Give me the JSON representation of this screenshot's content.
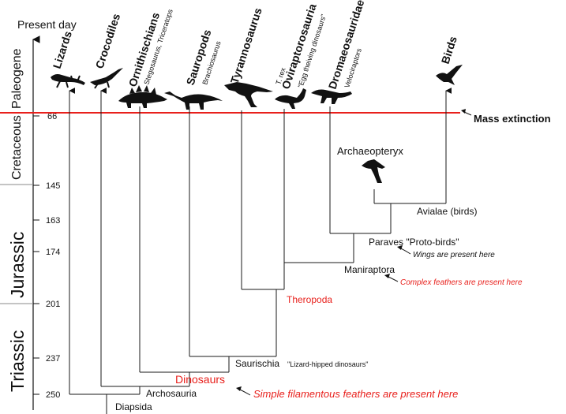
{
  "axis": {
    "top_label": "Present day",
    "periods": [
      "Paleogene",
      "Cretaceous",
      "Jurassic",
      "Triassic"
    ],
    "ticks": [
      "66",
      "145",
      "163",
      "174",
      "201",
      "237",
      "250"
    ]
  },
  "taxa": {
    "lizards": "Lizards",
    "crocodiles": "Crocodiles",
    "ornithischians": "Ornithischians",
    "ornithischians_sub": "Stegosaurus, Triceratops",
    "sauropods": "Sauropods",
    "sauropods_sub": "Brachiosaurus",
    "tyrannosaurus": "Tyrannosaurus",
    "tyrannosaurus_sub": "T. rex",
    "oviraptorosauria": "Oviraptorosauria",
    "oviraptorosauria_sub": "\"Egg theiving dinosaurs\"",
    "dromaeosauridae": "Dromaeosauridae",
    "dromaeosauridae_sub": "Velociraptors",
    "birds": "Birds"
  },
  "events": {
    "mass_extinction": "Mass extinction"
  },
  "nodes": {
    "archaeopteryx": "Archaeopteryx",
    "avialae": "Avialae (birds)",
    "paraves": "Paraves \"Proto-birds\"",
    "paraves_note": "Wings are present here",
    "maniraptora": "Maniraptora",
    "maniraptora_note": "Complex feathers are present here",
    "theropoda": "Theropoda",
    "saurischia": "Saurischia",
    "saurischia_sub": "\"Lizard-hipped dinosaurs\"",
    "dinosaurs": "Dinosaurs",
    "archosauria": "Archosauria",
    "archosauria_note": "Simple filamentous feathers are present here",
    "diapsida": "Diapsida"
  },
  "colors": {
    "extinction_line": "#e8201c",
    "highlight": "#e8201c",
    "ink": "#111111"
  }
}
